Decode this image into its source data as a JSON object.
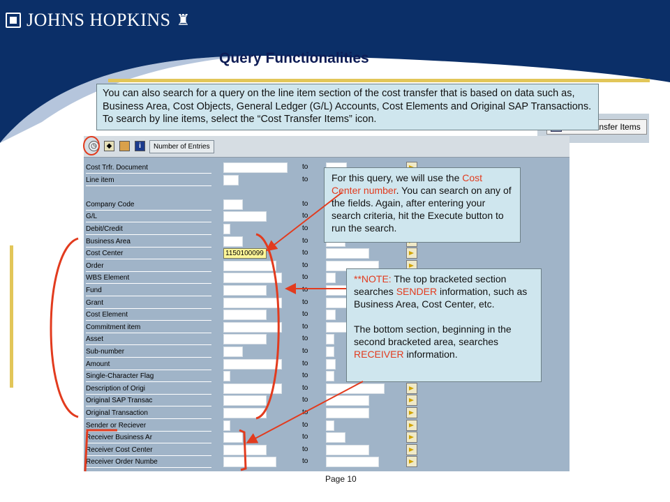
{
  "header": {
    "brand": "JOHNS HOPKINS",
    "colors": {
      "navy": "#0b2f68",
      "gold": "#e2c659",
      "note_bg": "#cfe6ee",
      "accent_red": "#e23b1e"
    }
  },
  "slide": {
    "title": "Query Functionalities",
    "intro": "You can also search for a query on the line item section of the cost transfer that is based on data such as, Business Area, Cost Objects, General Ledger (G/L) Accounts, Cost Elements and Original SAP Transactions. To search by line items, select the “Cost Transfer Items” icon.",
    "cost_transfer_button": "Cost Transfer Items",
    "page_label": "Page 10"
  },
  "toolbar": {
    "icons": [
      "execute-icon",
      "variants-icon",
      "save-icon",
      "info-icon"
    ],
    "number_of_entries": "Number of Entries"
  },
  "fields": [
    {
      "label": "Cost Trfr. Document",
      "value": "",
      "to": "to"
    },
    {
      "label": "Line item",
      "value": "",
      "to": "to"
    },
    {
      "label": "",
      "value": "",
      "to": ""
    },
    {
      "label": "Company Code",
      "value": "",
      "to": "to"
    },
    {
      "label": "G/L",
      "value": "",
      "to": "to"
    },
    {
      "label": "Debit/Credit",
      "value": "",
      "to": "to"
    },
    {
      "label": "Business Area",
      "value": "",
      "to": "to"
    },
    {
      "label": "Cost Center",
      "value": "1150100099",
      "to": "to"
    },
    {
      "label": "Order",
      "value": "",
      "to": "to"
    },
    {
      "label": "WBS Element",
      "value": "",
      "to": "to"
    },
    {
      "label": "Fund",
      "value": "",
      "to": "to"
    },
    {
      "label": "Grant",
      "value": "",
      "to": "to"
    },
    {
      "label": "Cost Element",
      "value": "",
      "to": "to"
    },
    {
      "label": "Commitment item",
      "value": "",
      "to": "to"
    },
    {
      "label": "Asset",
      "value": "",
      "to": "to"
    },
    {
      "label": "Sub-number",
      "value": "",
      "to": "to"
    },
    {
      "label": "Amount",
      "value": "",
      "to": "to"
    },
    {
      "label": "Single-Character Flag",
      "value": "",
      "to": "to"
    },
    {
      "label": "Description of Origi",
      "value": "",
      "to": "to"
    },
    {
      "label": "Original SAP Transac",
      "value": "",
      "to": "to"
    },
    {
      "label": "Original Transaction",
      "value": "",
      "to": "to"
    },
    {
      "label": "Sender or Reciever",
      "value": "",
      "to": "to"
    },
    {
      "label": "Receiver Business Ar",
      "value": "",
      "to": "to"
    },
    {
      "label": "Receiver Cost Center",
      "value": "",
      "to": "to"
    },
    {
      "label": "Receiver Order Numbe",
      "value": "",
      "to": "to"
    }
  ],
  "callout_cost_center": {
    "before": "For this query, we will use the ",
    "highlight": "Cost Center number",
    "after": ". You can search on any of the fields.  Again, after entering your search criteria, hit the Execute button to run the search."
  },
  "callout_note": {
    "prefix": "**NOTE:",
    "p1_before": " The top bracketed section searches ",
    "sender": "SENDER",
    "p1_after": " information, such as Business Area, Cost Center, etc.",
    "p2_before": "The bottom section, beginning in the second bracketed area, searches ",
    "receiver": "RECEIVER",
    "p2_after": " information."
  }
}
